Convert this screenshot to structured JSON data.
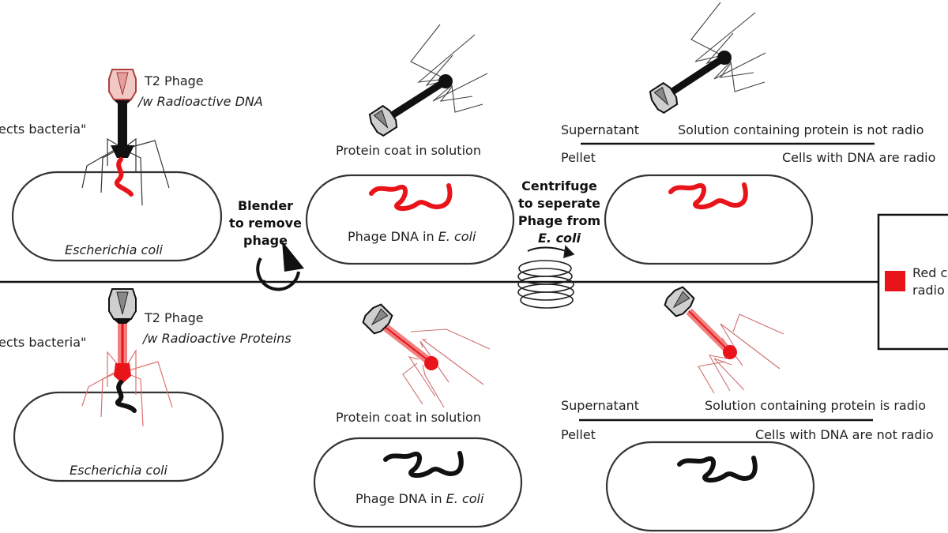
{
  "top_row": {
    "phage_label": "T2 Phage",
    "phage_sublabel": "/w Radioactive DNA",
    "infects_label": "ects bacteria\"",
    "cell_label": "Escherichia coli",
    "coat_label": "Protein coat in solution",
    "dna_label_prefix": "Phage DNA in ",
    "dna_label_species": "E. coli",
    "supernatant_label": "Supernatant",
    "supernatant_result": "Solution containing protein is not radio",
    "pellet_label": "Pellet",
    "pellet_result": "Cells with DNA are radio"
  },
  "bottom_row": {
    "phage_label": "T2 Phage",
    "phage_sublabel": "/w Radioactive Proteins",
    "infects_label": "ects bacteria\"",
    "cell_label": "Escherichia coli",
    "coat_label": "Protein coat in solution",
    "dna_label_prefix": "Phage DNA in ",
    "dna_label_species": "E. coli",
    "supernatant_label": "Supernatant",
    "supernatant_result": "Solution containing protein is radio",
    "pellet_label": "Pellet",
    "pellet_result": "Cells with DNA are not radio"
  },
  "steps": {
    "blender": [
      "Blender",
      "to remove",
      "phage"
    ],
    "centrifuge": [
      "Centrifuge",
      "to seperate",
      "Phage from",
      "E. coli"
    ]
  },
  "legend": {
    "swatch_color": "#e8141a",
    "line1": "Red c",
    "line2": "radio"
  },
  "colors": {
    "radioactive": "#e8141a",
    "normal": "#111111"
  }
}
